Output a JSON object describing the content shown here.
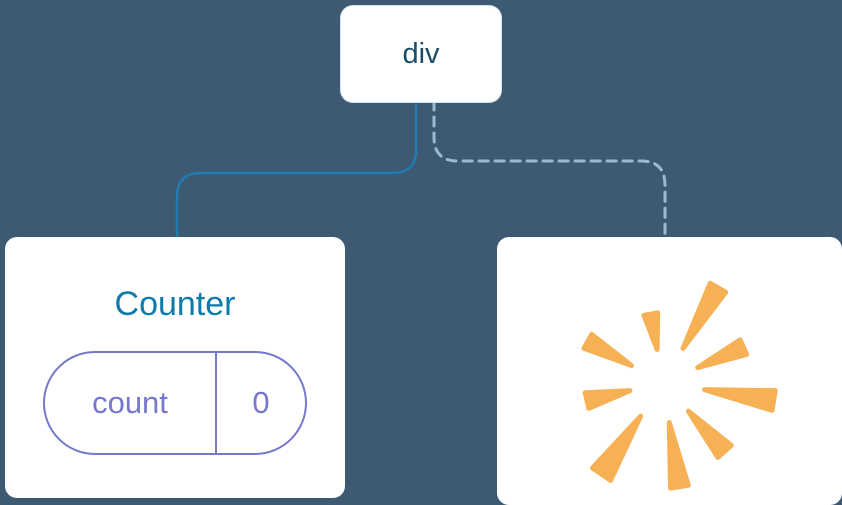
{
  "diagram": {
    "root": {
      "label": "div"
    },
    "counter": {
      "title": "Counter",
      "state_key": "count",
      "state_value": "0"
    },
    "removed": {
      "icon": "poof-icon"
    },
    "edges": [
      {
        "from": "div",
        "to": "Counter",
        "style": "solid"
      },
      {
        "from": "div",
        "to": "removed",
        "style": "dashed"
      }
    ]
  },
  "colors": {
    "background": "#3e5a73",
    "card": "#ffffff",
    "root_label": "#1d4d66",
    "component_label": "#0e7bab",
    "state": "#7578cb",
    "solid_edge": "#1f7bb0",
    "dashed_edge": "#9db9cf",
    "poof": "#f7b155",
    "card_ring": "#cfe4f0"
  }
}
